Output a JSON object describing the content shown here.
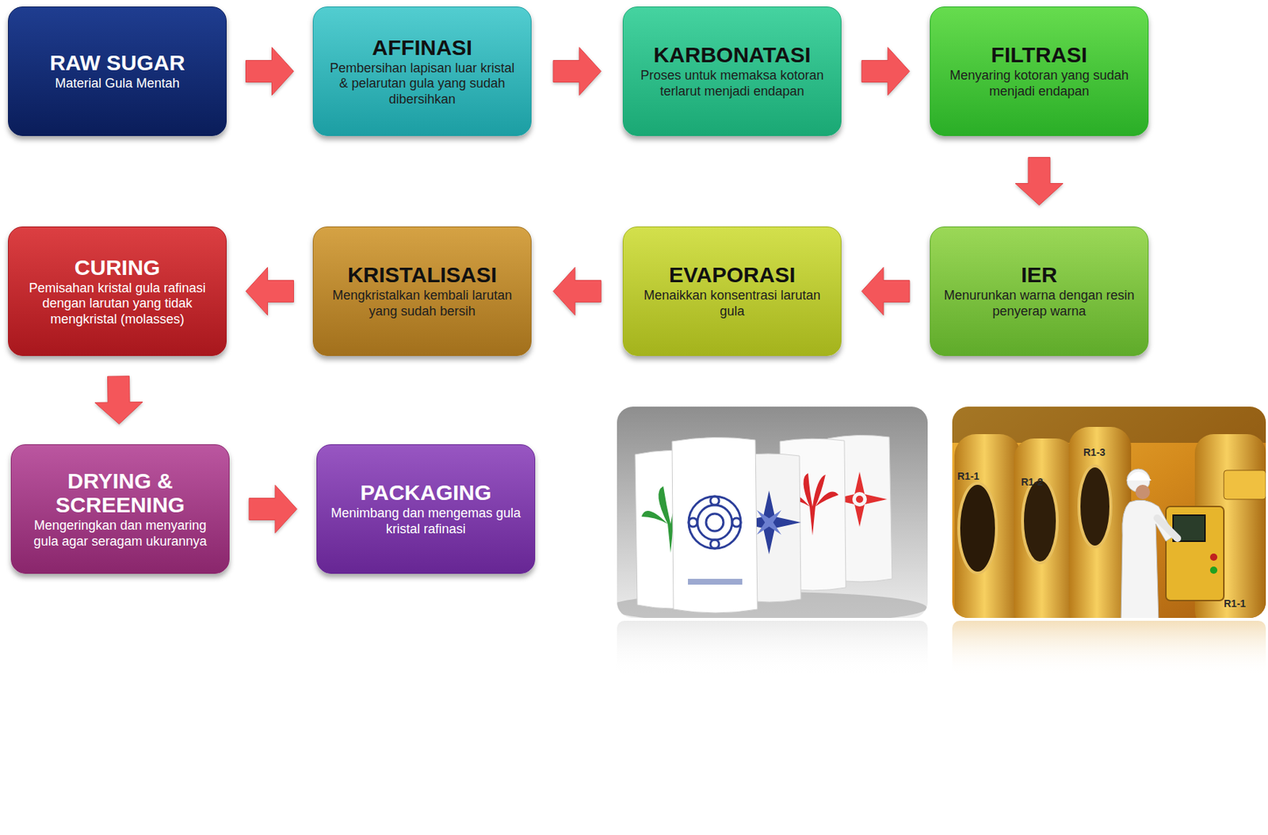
{
  "diagram": {
    "nodes": [
      {
        "text": [
          "RAW SUGAR",
          "Material Gula Mentah"
        ]
      },
      {
        "text": [
          "AFFINASI",
          "Pembersihan lapisan luar kristal & pelarutan gula yang sudah dibersihkan"
        ]
      },
      {
        "text": [
          "KARBONATASI",
          "Proses untuk memaksa kotoran terlarut menjadi endapan"
        ]
      },
      {
        "text": [
          "FILTRASI",
          "Menyaring kotoran yang sudah menjadi endapan"
        ]
      },
      {
        "text": [
          "IER",
          "Menurunkan warna dengan resin penyerap warna"
        ]
      },
      {
        "text": [
          "EVAPORASI",
          "Menaikkan konsentrasi larutan gula"
        ]
      },
      {
        "text": [
          "KRISTALISASI",
          "Mengkristalkan kembali larutan yang sudah bersih"
        ]
      },
      {
        "text": [
          "CURING",
          "Pemisahan kristal gula rafinasi dengan larutan yang tidak mengkristal (molasses)"
        ]
      },
      {
        "text": [
          "DRYING & SCREENING",
          "Mengeringkan dan menyaring gula agar seragam ukurannya"
        ]
      },
      {
        "text": [
          "PACKAGING",
          "Menimbang dan mengemas gula kristal rafinasi"
        ]
      }
    ],
    "edges": [
      {
        "from": 0,
        "to": 1,
        "arrow": "to"
      },
      {
        "from": 1,
        "to": 2,
        "arrow": "to"
      },
      {
        "from": 2,
        "to": 3,
        "arrow": "to"
      },
      {
        "from": 3,
        "to": 4,
        "arrow": "to"
      },
      {
        "from": 4,
        "to": 5,
        "arrow": "to"
      },
      {
        "from": 5,
        "to": 6,
        "arrow": "to"
      },
      {
        "from": 6,
        "to": 7,
        "arrow": "to"
      },
      {
        "from": 7,
        "to": 8,
        "arrow": "to"
      },
      {
        "from": 8,
        "to": 9,
        "arrow": "to"
      }
    ],
    "labels": [
      "R1-1",
      "R1-2",
      "R1-3",
      "R1-1"
    ]
  }
}
